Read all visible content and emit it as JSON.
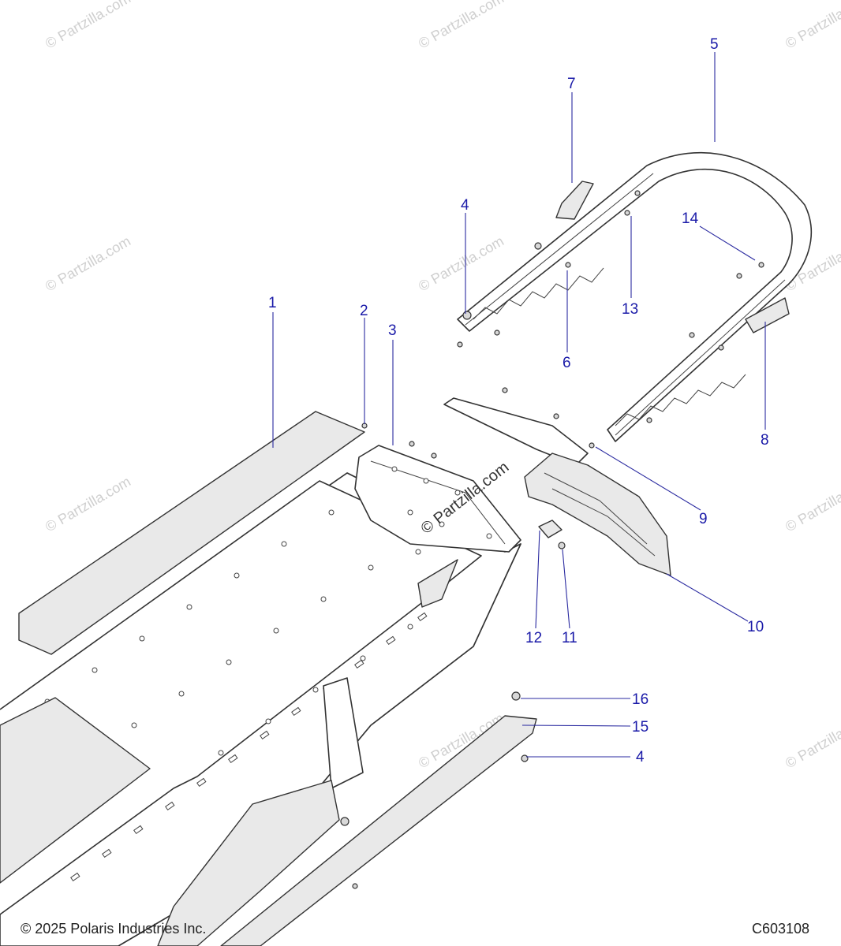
{
  "watermark": "© Partzilla.com",
  "center_watermark": "© Partzilla.com",
  "copyright": "© 2025 Polaris Industries Inc.",
  "diagram_code": "C603108",
  "callouts": {
    "c1": "1",
    "c2": "2",
    "c3": "3",
    "c4a": "4",
    "c4b": "4",
    "c5": "5",
    "c6": "6",
    "c7": "7",
    "c8": "8",
    "c9": "9",
    "c10": "10",
    "c11": "11",
    "c12": "12",
    "c13": "13",
    "c14": "14",
    "c15": "15",
    "c16": "16"
  },
  "colors": {
    "callout": "#1a1aa8",
    "line": "#333333",
    "watermark": "#cfcfcf"
  }
}
